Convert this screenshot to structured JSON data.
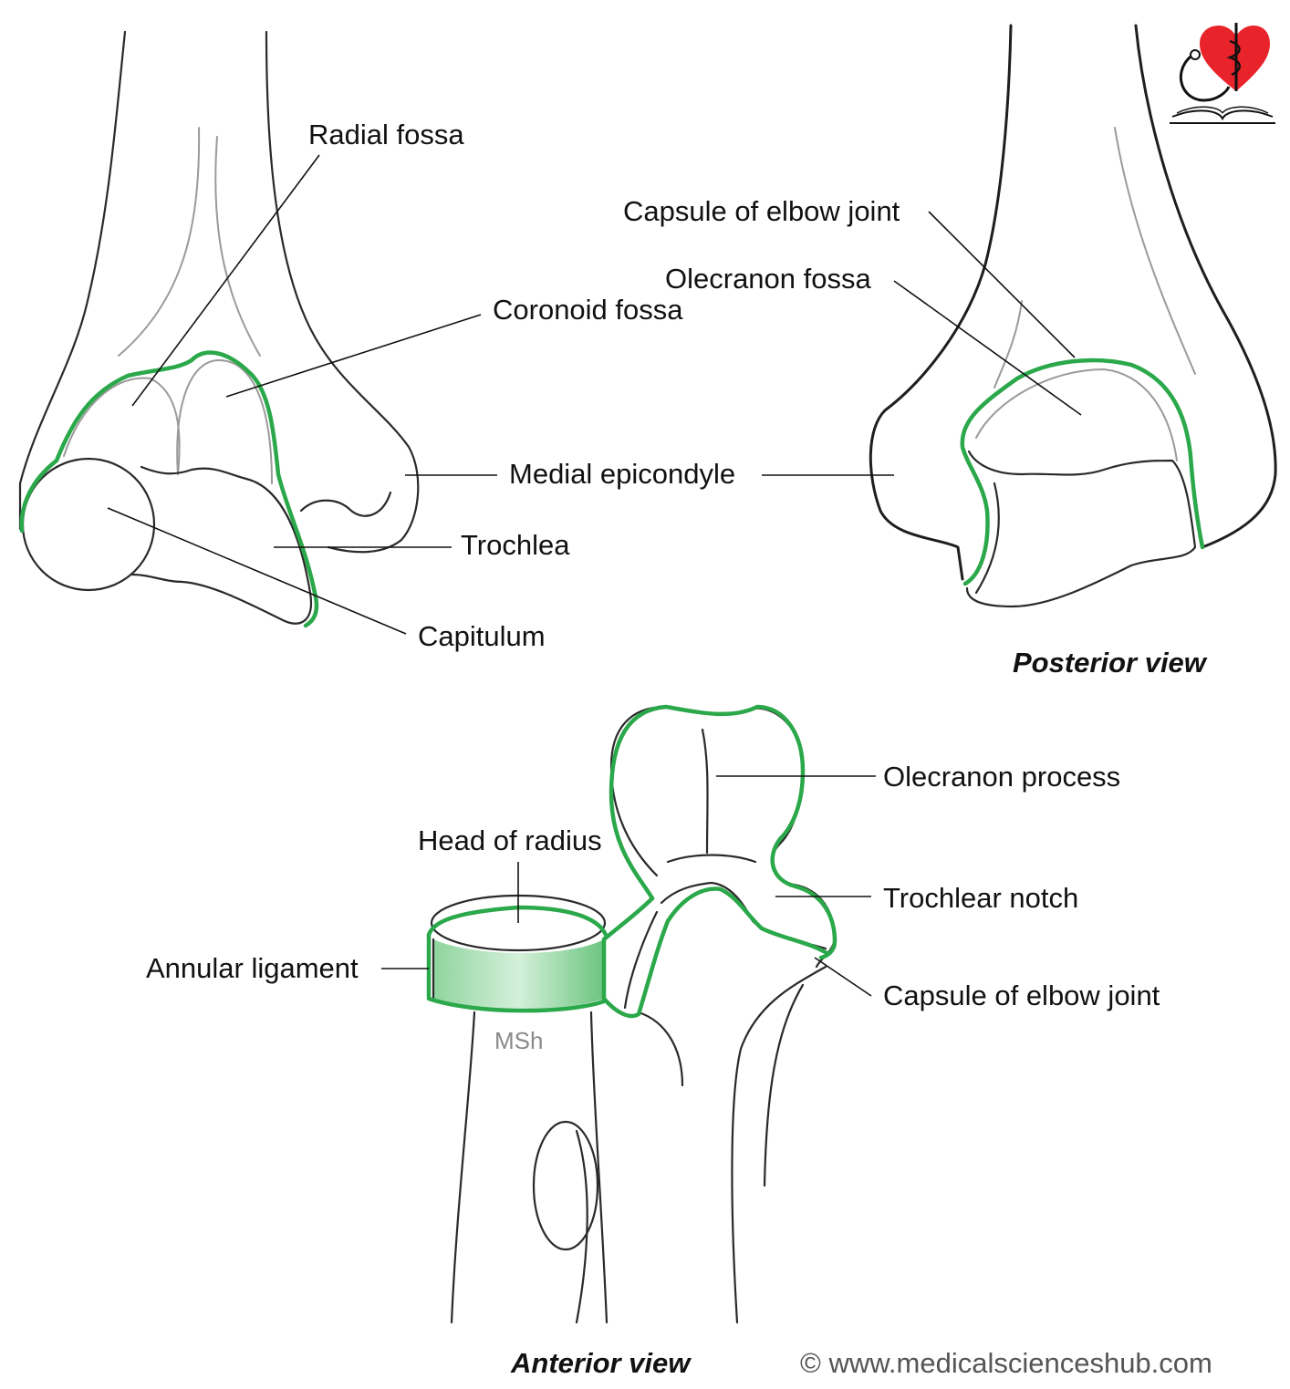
{
  "colors": {
    "capsule": "#2aa84a",
    "bone_outline": "#2a2a2a",
    "logo_heart": "#e8232a"
  },
  "logo": {
    "icon": "heart-caduceus-book-logo"
  },
  "anterior_humerus": {
    "labels": {
      "radial_fossa": "Radial fossa",
      "coronoid_fossa": "Coronoid fossa",
      "medial_epicondyle": "Medial epicondyle",
      "trochlea": "Trochlea",
      "capitulum": "Capitulum"
    }
  },
  "posterior_humerus": {
    "labels": {
      "capsule": "Capsule of elbow joint",
      "olecranon_fossa": "Olecranon fossa"
    },
    "caption": "Posterior view"
  },
  "forearm": {
    "labels": {
      "olecranon_process": "Olecranon process",
      "head_of_radius": "Head of radius",
      "trochlear_notch": "Trochlear notch",
      "annular_ligament": "Annular ligament",
      "capsule": "Capsule of elbow joint"
    },
    "initials": "MSh",
    "caption": "Anterior view"
  },
  "copyright": "© www.medicalscienceshub.com"
}
